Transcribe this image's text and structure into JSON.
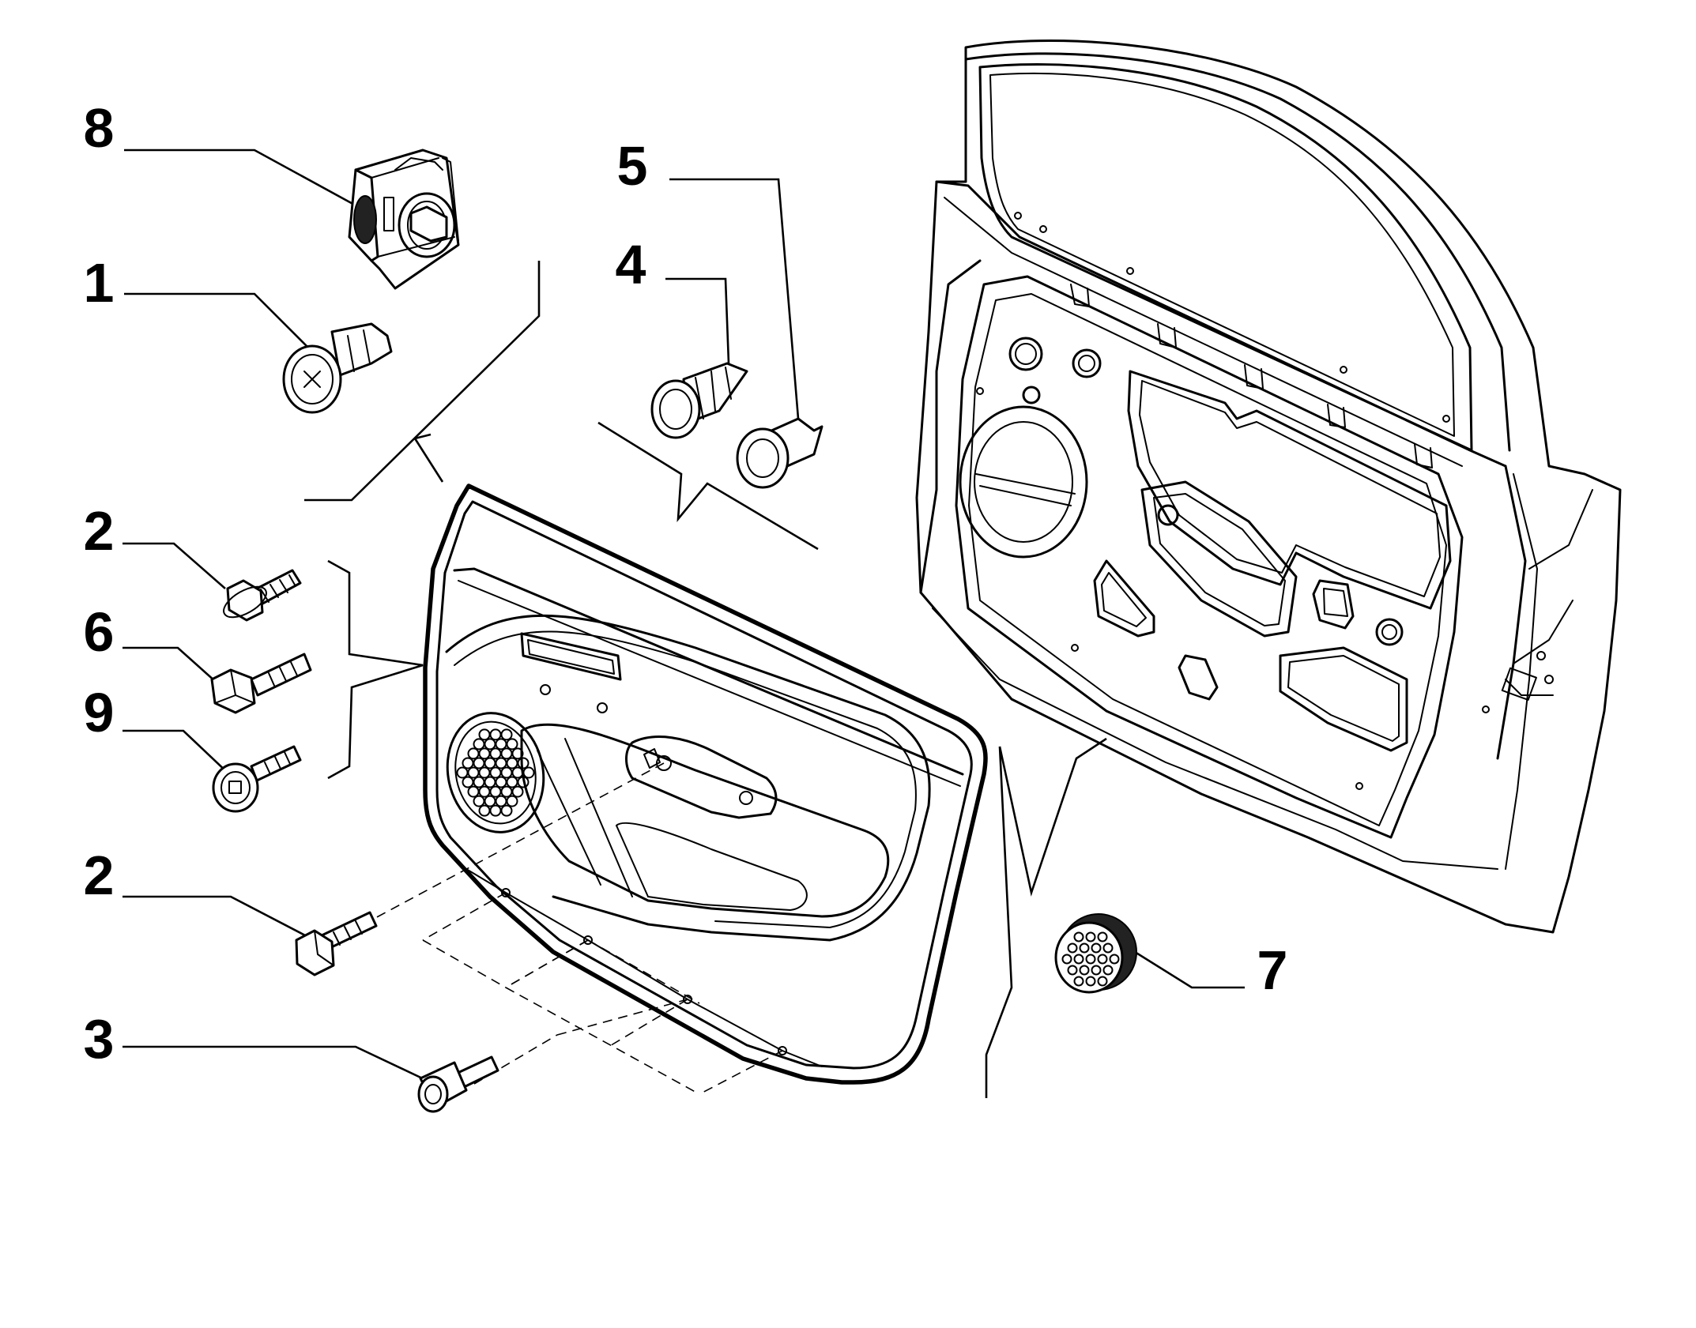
{
  "callouts": [
    {
      "id": "8",
      "label": "8"
    },
    {
      "id": "1",
      "label": "1"
    },
    {
      "id": "5",
      "label": "5"
    },
    {
      "id": "4",
      "label": "4"
    },
    {
      "id": "2a",
      "label": "2"
    },
    {
      "id": "6",
      "label": "6"
    },
    {
      "id": "9",
      "label": "9"
    },
    {
      "id": "2b",
      "label": "2"
    },
    {
      "id": "3",
      "label": "3"
    },
    {
      "id": "7",
      "label": "7"
    }
  ]
}
